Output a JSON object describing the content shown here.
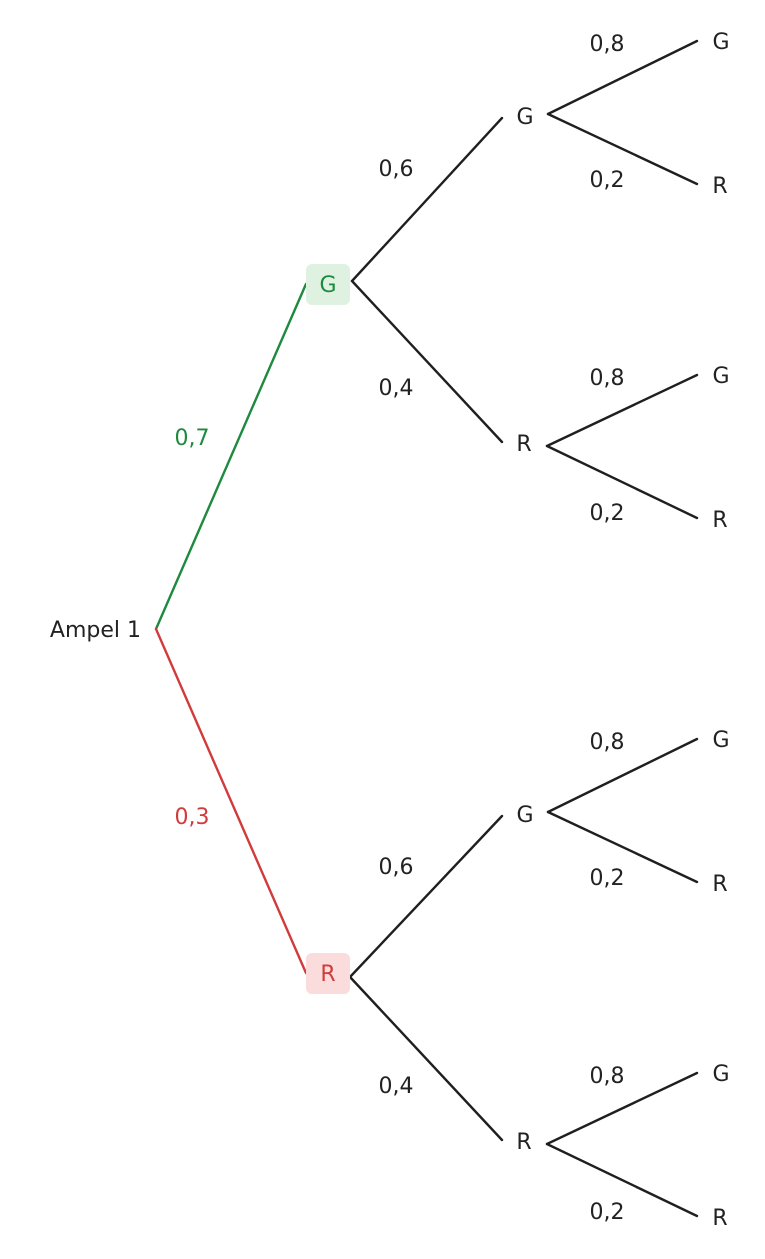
{
  "colors": {
    "line": "#1f1f1f",
    "text": "#222222",
    "green": "#1e8a3e",
    "green_bg": "#dff2e2",
    "red": "#d13b3b",
    "red_bg": "#fbdcdc"
  },
  "root": {
    "label": "Ampel 1"
  },
  "level1": [
    {
      "label": "G",
      "prob": "0,7",
      "theme": "green"
    },
    {
      "label": "R",
      "prob": "0,3",
      "theme": "red"
    }
  ],
  "level2": [
    {
      "label": "G",
      "prob": "0,6"
    },
    {
      "label": "R",
      "prob": "0,4"
    },
    {
      "label": "G",
      "prob": "0,6"
    },
    {
      "label": "R",
      "prob": "0,4"
    }
  ],
  "level3": [
    {
      "label": "G",
      "prob": "0,8"
    },
    {
      "label": "R",
      "prob": "0,2"
    },
    {
      "label": "G",
      "prob": "0,8"
    },
    {
      "label": "R",
      "prob": "0,2"
    },
    {
      "label": "G",
      "prob": "0,8"
    },
    {
      "label": "R",
      "prob": "0,2"
    },
    {
      "label": "G",
      "prob": "0,8"
    },
    {
      "label": "R",
      "prob": "0,2"
    }
  ]
}
